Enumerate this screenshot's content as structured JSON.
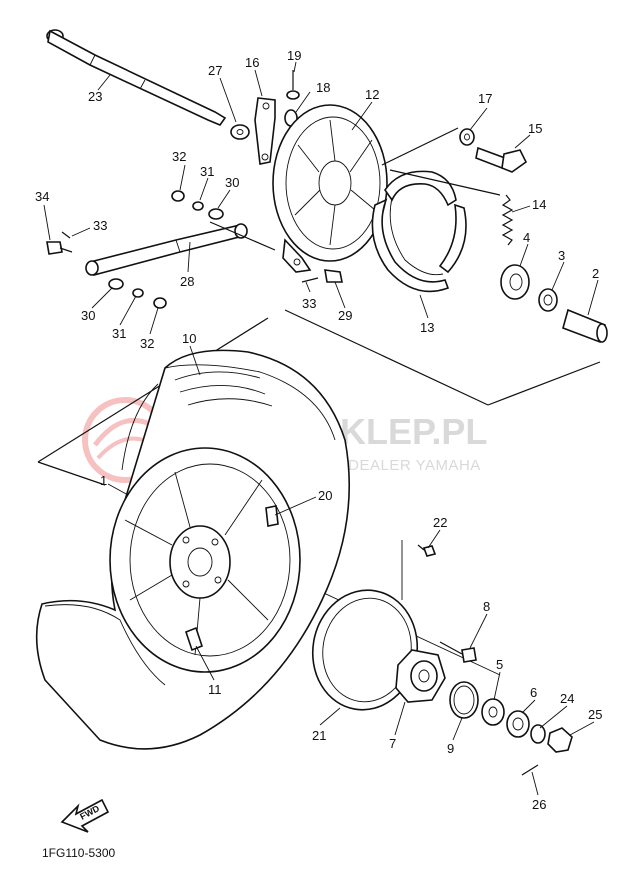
{
  "watermark": {
    "main": "AMA-SKLEP.PL",
    "sub": "VOJ NOWICZ I DEALER YAMAHA",
    "logo_color": "#f08f8f",
    "text_color": "#d9d9d9"
  },
  "callouts": {
    "c1": "1",
    "c2": "2",
    "c3": "3",
    "c4": "4",
    "c5": "5",
    "c6": "6",
    "c7": "7",
    "c8": "8",
    "c9": "9",
    "c10": "10",
    "c11": "11",
    "c12": "12",
    "c13": "13",
    "c14": "14",
    "c15": "15",
    "c16": "16",
    "c17": "17",
    "c18": "18",
    "c19": "19",
    "c20": "20",
    "c21": "21",
    "c22": "22",
    "c23": "23",
    "c24": "24",
    "c25": "25",
    "c26": "26",
    "c27": "27",
    "c28": "28",
    "c29": "29",
    "c30a": "30",
    "c30b": "30",
    "c31a": "31",
    "c31b": "31",
    "c32a": "32",
    "c32b": "32",
    "c33a": "33",
    "c33b": "33",
    "c34": "34"
  },
  "fwd_label": "FWD",
  "diagram_code": "1FG110-5300"
}
